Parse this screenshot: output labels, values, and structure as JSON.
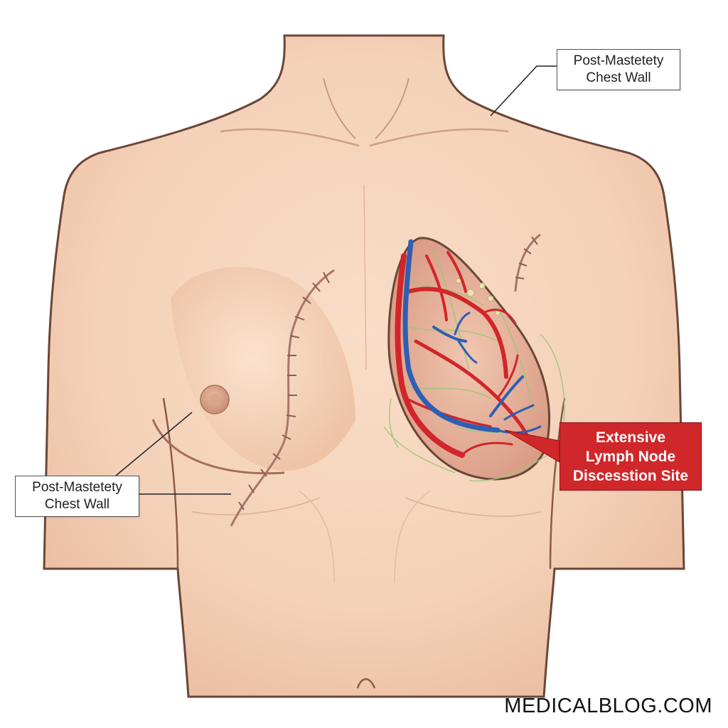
{
  "labels": {
    "top_callout": {
      "line1": "Post-Mastetety",
      "line2": "Chest Wall"
    },
    "left_callout": {
      "line1": "Post-Mastetety",
      "line2": "Chest Wall"
    },
    "red_callout": {
      "line1": "Extensive",
      "line2": "Lymph Node",
      "line3": "Discesstion Site"
    }
  },
  "watermark": "MEDICALBLOG.COM",
  "colors": {
    "skin": "#f6d6bf",
    "skin_shadow": "#e7b69a",
    "outline": "#6b4636",
    "artery": "#d1262a",
    "vein": "#2d5fb4",
    "lymph": "#9cc77a",
    "callout_red": "#d0272b",
    "scar": "#a8766a"
  }
}
